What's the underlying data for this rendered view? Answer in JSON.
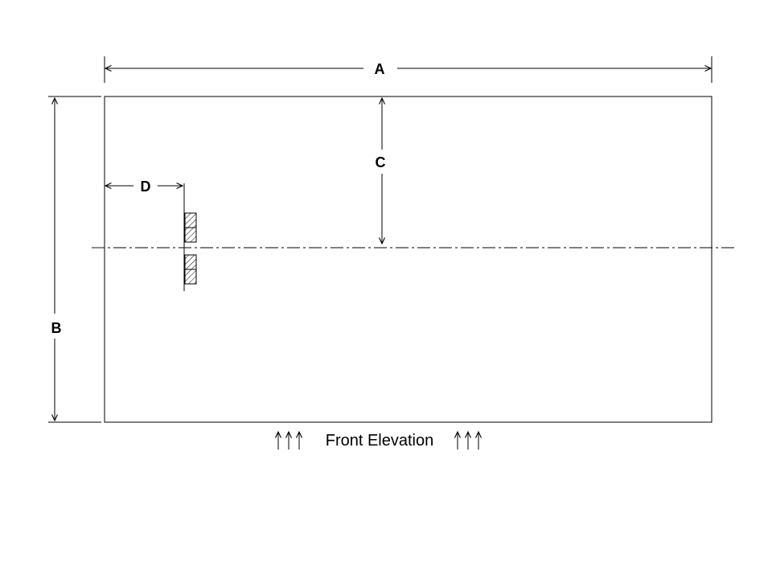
{
  "caption": "Front Elevation",
  "labels": {
    "a": "A",
    "b": "B",
    "c": "C",
    "d": "D"
  },
  "colors": {
    "line": "#000000",
    "background": "#ffffff"
  }
}
